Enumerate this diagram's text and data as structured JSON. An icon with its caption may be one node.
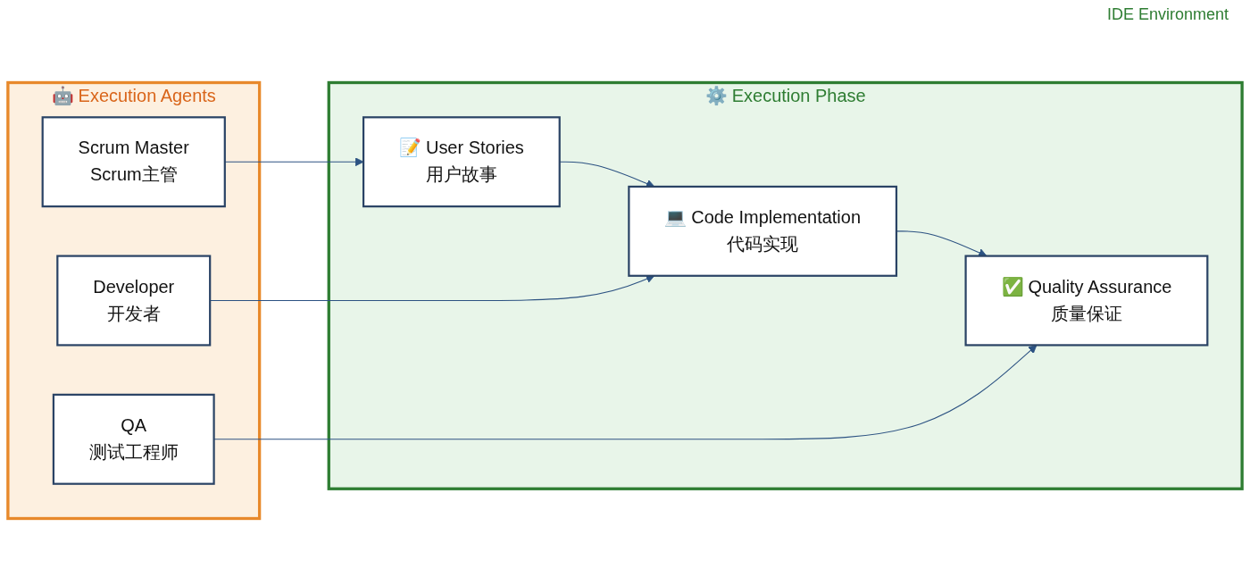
{
  "diagram": {
    "nodes": [
      {
        "text": [
          "🤖 Execution Agents"
        ]
      },
      {
        "text": [
          "Scrum Master",
          "Scrum主管"
        ],
        "in": 0
      },
      {
        "text": [
          "Developer",
          "开发者"
        ],
        "in": 0
      },
      {
        "text": [
          "QA",
          "测试工程师"
        ],
        "in": 0
      },
      {
        "text": [
          "⚙️ Execution Phase"
        ]
      },
      {
        "text": [
          "📝 User Stories",
          "用户故事"
        ],
        "in": 4
      },
      {
        "text": [
          "💻 Code Implementation",
          "代码实现"
        ],
        "in": 4
      },
      {
        "text": [
          "✅ Quality Assurance",
          "质量保证"
        ],
        "in": 4
      }
    ],
    "edges": [
      {
        "from": 1,
        "to": 5,
        "arrow": "to"
      },
      {
        "from": 5,
        "to": 6,
        "arrow": "to"
      },
      {
        "from": 2,
        "to": 6,
        "arrow": "to"
      },
      {
        "from": 6,
        "to": 7,
        "arrow": "to"
      },
      {
        "from": 3,
        "to": 7,
        "arrow": "to"
      }
    ],
    "labels": [
      "IDE Environment"
    ]
  }
}
